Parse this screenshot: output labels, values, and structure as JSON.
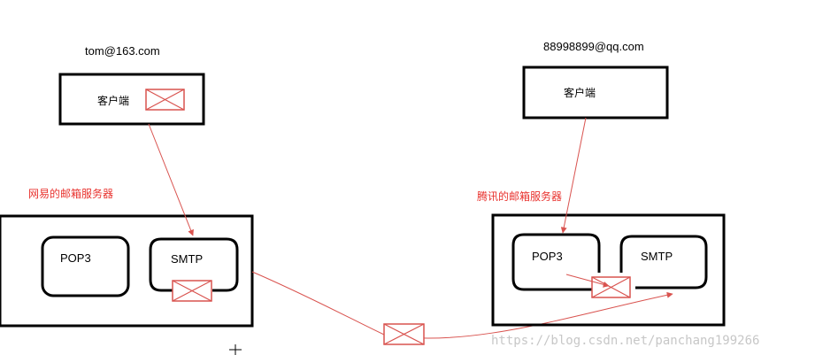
{
  "left": {
    "email": "tom@163.com",
    "client_label": "客户端",
    "server_label": "网易的邮箱服务器",
    "pop3_label": "POP3",
    "smtp_label": "SMTP"
  },
  "right": {
    "email": "88998899@qq.com",
    "client_label": "客户端",
    "server_label": "腾讯的邮箱服务器",
    "pop3_label": "POP3",
    "smtp_label": "SMTP"
  },
  "watermark": "https://blog.csdn.net/panchang199266",
  "colors": {
    "box": "#000000",
    "accent": "#d9534f",
    "label_red": "#e8322e",
    "watermark": "#c7c7c7"
  }
}
